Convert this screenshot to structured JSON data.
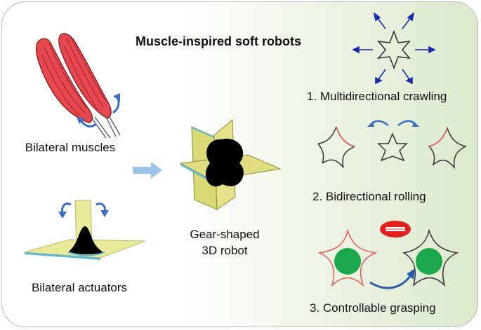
{
  "title": "Muscle-inspired soft robots",
  "labels": {
    "bilateral_muscles": "Bilateral muscles",
    "bilateral_actuators": "Bilateral actuators",
    "gear_robot_line1": "Gear-shaped",
    "gear_robot_line2": "3D robot",
    "crawling": "1. Multidirectional crawling",
    "rolling": "2. Bidirectional rolling",
    "grasping": "3. Controllable grasping"
  },
  "colors": {
    "muscle": "#e8474f",
    "actuator_film": "#eaeb9a",
    "actuator_edge": "#5fb8d6",
    "arrow": "#3a6fc4",
    "flow_arrow": "#9cc3ea",
    "crawl_arrow": "#1a2aa8",
    "star_red": "#e85a5a",
    "ball_green": "#1aa84a"
  },
  "icons": [
    "curved-arrow-icon",
    "block-arrow-icon",
    "star-robot-icon",
    "mouth-icon",
    "ball-icon"
  ]
}
